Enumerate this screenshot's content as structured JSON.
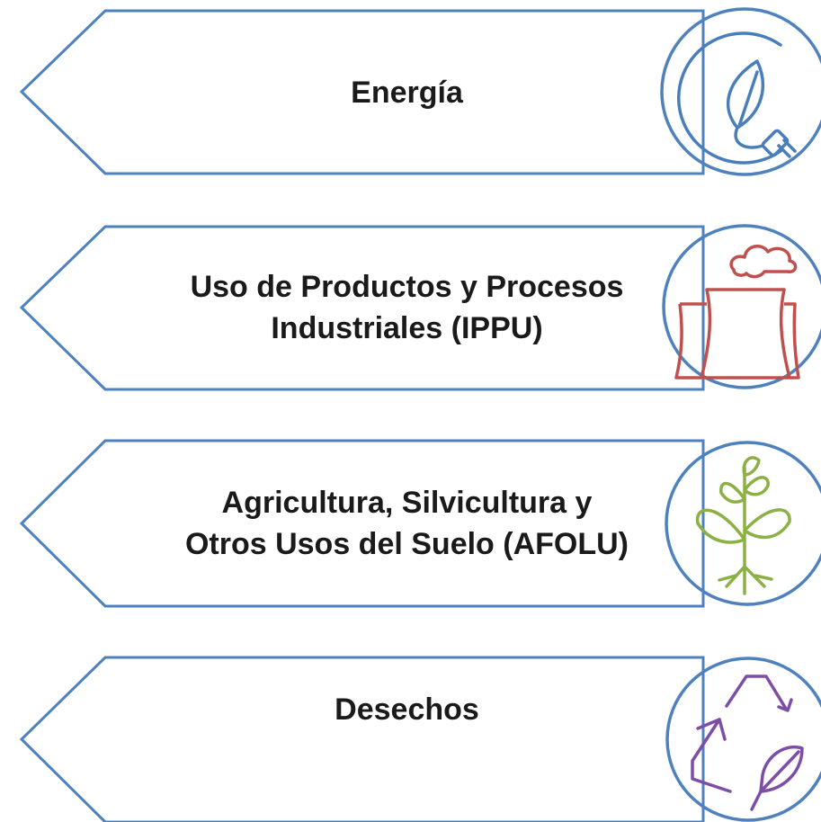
{
  "categories": [
    {
      "key": "energia",
      "lines": [
        "Energía"
      ],
      "icon": "leaf-plug-icon",
      "icon_color": "#4a7ebb"
    },
    {
      "key": "ippu",
      "lines": [
        "Uso de Productos y Procesos",
        "Industriales (IPPU)"
      ],
      "icon": "factory-smoke-icon",
      "icon_color": "#c0504d"
    },
    {
      "key": "afolu",
      "lines": [
        "Agricultura, Silvicultura y",
        "Otros Usos del Suelo (AFOLU)"
      ],
      "icon": "plant-roots-icon",
      "icon_color": "#8db046"
    },
    {
      "key": "desechos",
      "lines": [
        "Desechos"
      ],
      "icon": "recycle-leaf-icon",
      "icon_color": "#7d4ea5"
    }
  ],
  "colors": {
    "outline": "#4f81bd"
  }
}
